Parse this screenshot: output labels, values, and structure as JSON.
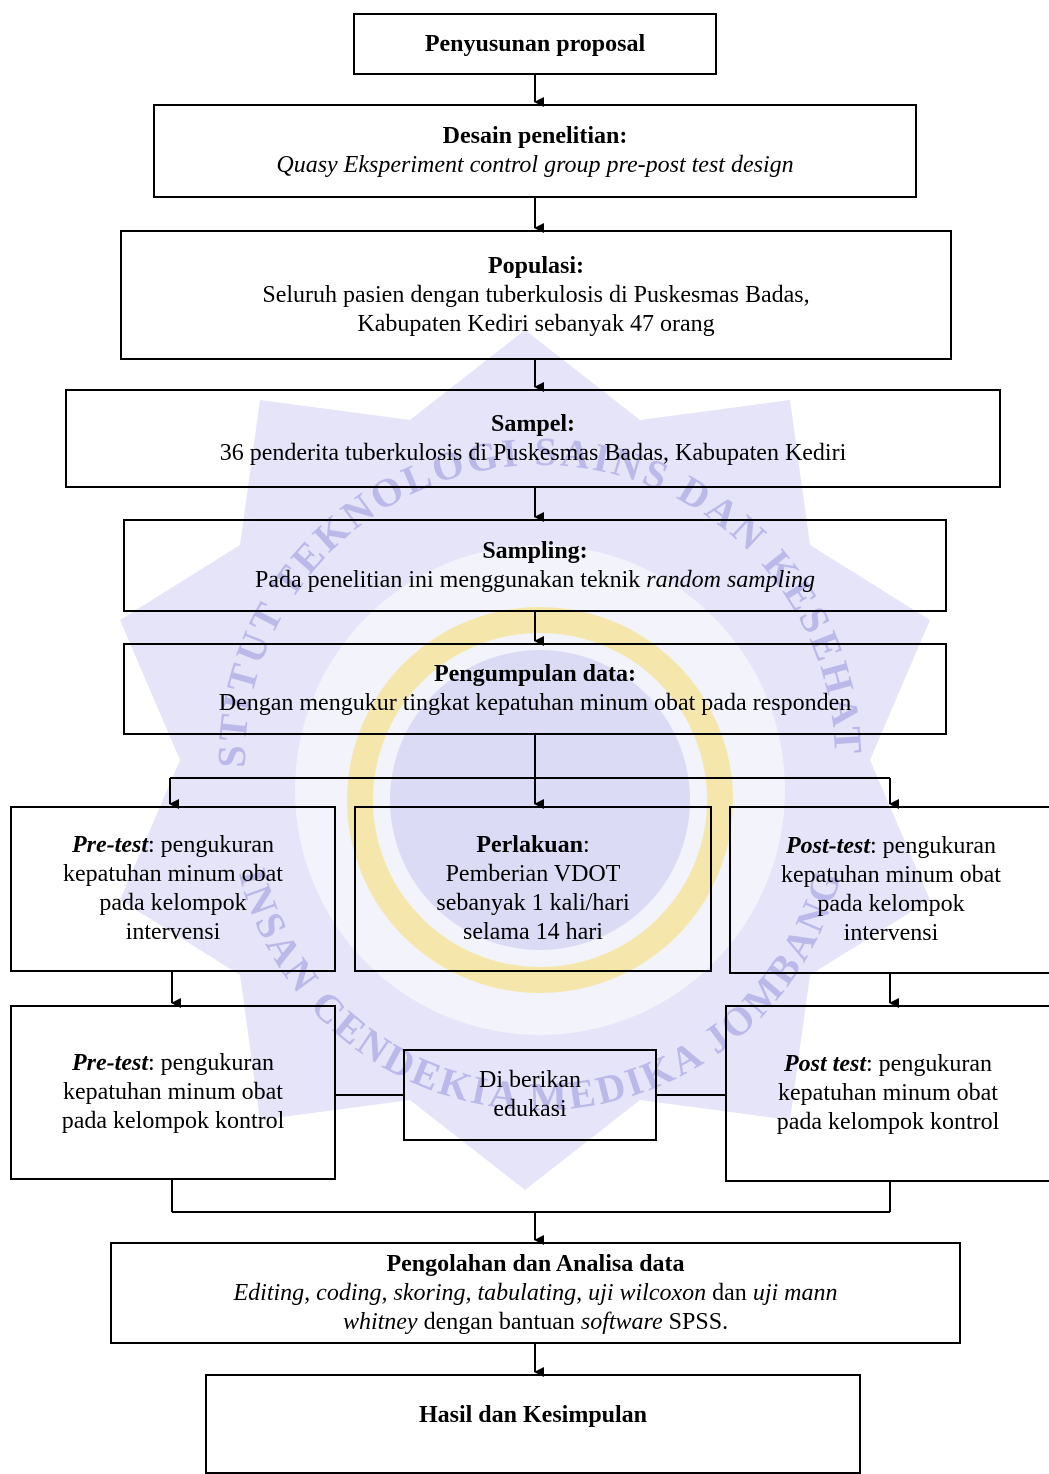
{
  "watermark": {
    "ring_text_top": "INSTITUT TEKNOLOGI SAINS DAN KESEHATAN",
    "ring_text_bottom": "INSAN CENDEKIA MEDIKA JOMBANG",
    "colors": {
      "blue": "#c7c6ee",
      "yellow": "#f5e6a2"
    }
  },
  "flow": {
    "proposal": "Penyusunan proposal",
    "desain": {
      "title": "Desain penelitian:",
      "text": "Quasy Eksperiment control group pre-post test design"
    },
    "populasi": {
      "title": "Populasi:",
      "line1": "Seluruh pasien dengan tuberkulosis di Puskesmas Badas,",
      "line2": "Kabupaten Kediri sebanyak 47 orang"
    },
    "sampel": {
      "title": "Sampel:",
      "text": "36 penderita tuberkulosis di Puskesmas Badas, Kabupaten Kediri"
    },
    "sampling": {
      "title": "Sampling:",
      "text_pre": "Pada penelitian ini menggunakan teknik ",
      "text_em": "random sampling"
    },
    "pengumpulan": {
      "title": "Pengumpulan data:",
      "text": "Dengan mengukur tingkat kepatuhan minum obat pada responden"
    },
    "pretest_intervensi": {
      "label": "Pre-test",
      "line1": ": pengukuran",
      "line2": "kepatuhan minum obat",
      "line3": "pada kelompok",
      "line4": "intervensi"
    },
    "perlakuan": {
      "label": "Perlakuan",
      "colon": ":",
      "line1": "Pemberian VDOT",
      "line2": "sebanyak 1 kali/hari",
      "line3": "selama 14 hari"
    },
    "posttest_intervensi": {
      "label": "Post-test",
      "line1": ": pengukuran",
      "line2": "kepatuhan minum obat",
      "line3": "pada kelompok",
      "line4": "intervensi"
    },
    "pretest_kontrol": {
      "label": "Pre-test",
      "line1": ": pengukuran",
      "line2": "kepatuhan minum obat",
      "line3": "pada kelompok kontrol"
    },
    "edukasi": {
      "line1": "Di berikan",
      "line2": "edukasi"
    },
    "posttest_kontrol": {
      "label": "Post test",
      "line1": ": pengukuran",
      "line2": "kepatuhan minum obat",
      "line3": "pada kelompok kontrol"
    },
    "pengolahan": {
      "title": "Pengolahan dan Analisa data",
      "l1_a": "Editing, coding, skoring, tabulating, uji wilcoxon",
      "l1_b": " dan ",
      "l1_c": "uji mann",
      "l2_a": "whitney",
      "l2_b": " dengan bantuan ",
      "l2_c": "software",
      "l2_d": " SPSS."
    },
    "hasil": "Hasil dan Kesimpulan"
  }
}
